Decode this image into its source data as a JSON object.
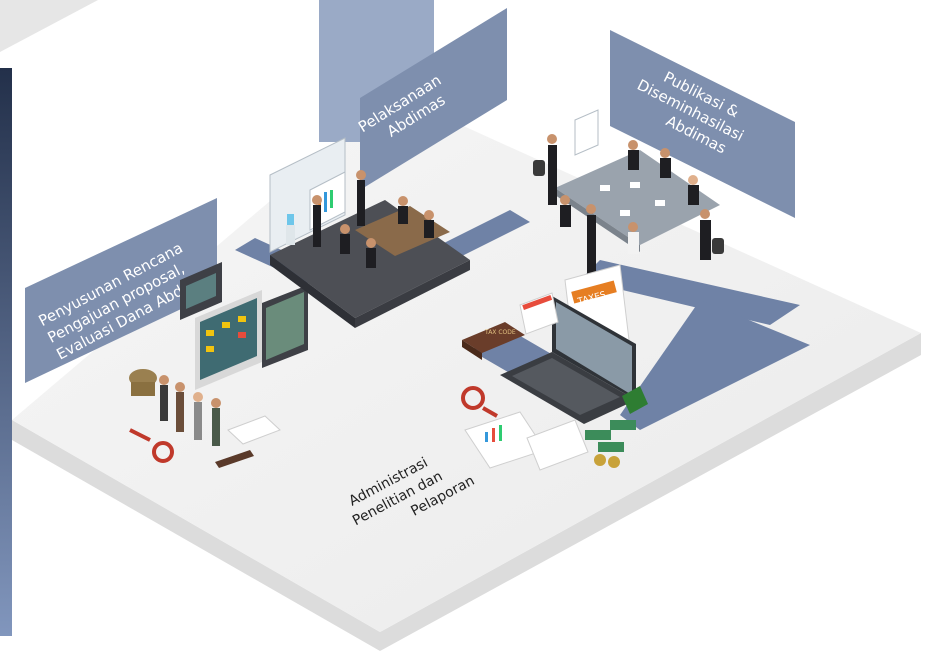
{
  "diagram": {
    "stages": [
      {
        "id": "perencanaan",
        "lines": [
          "Penyusunan Rencana",
          "Pengajuan proposal,",
          "Evaluasi Dana Abdimas"
        ]
      },
      {
        "id": "pelaksanaan",
        "lines": [
          "Pelaksanaan",
          "Abdimas"
        ]
      },
      {
        "id": "publikasi",
        "lines": [
          "Publikasi &",
          "Diseminhasilasi",
          "Abdimas"
        ]
      },
      {
        "id": "administrasi",
        "lines": [
          "Administrasi",
          "Penelitian dan",
          "Pelaporan"
        ]
      }
    ],
    "illustration_text": {
      "taxes_sign": "TAXES",
      "tax_book": "TAX CODE"
    }
  },
  "colors": {
    "banner": "#7e8fae",
    "path": "#6f82a6",
    "platform_top": "#efefef",
    "platform_side": "#dcdcdc",
    "sidebar_top": "#23304a",
    "sidebar_bottom": "#7f92b8",
    "tile": "#4d4f55"
  }
}
